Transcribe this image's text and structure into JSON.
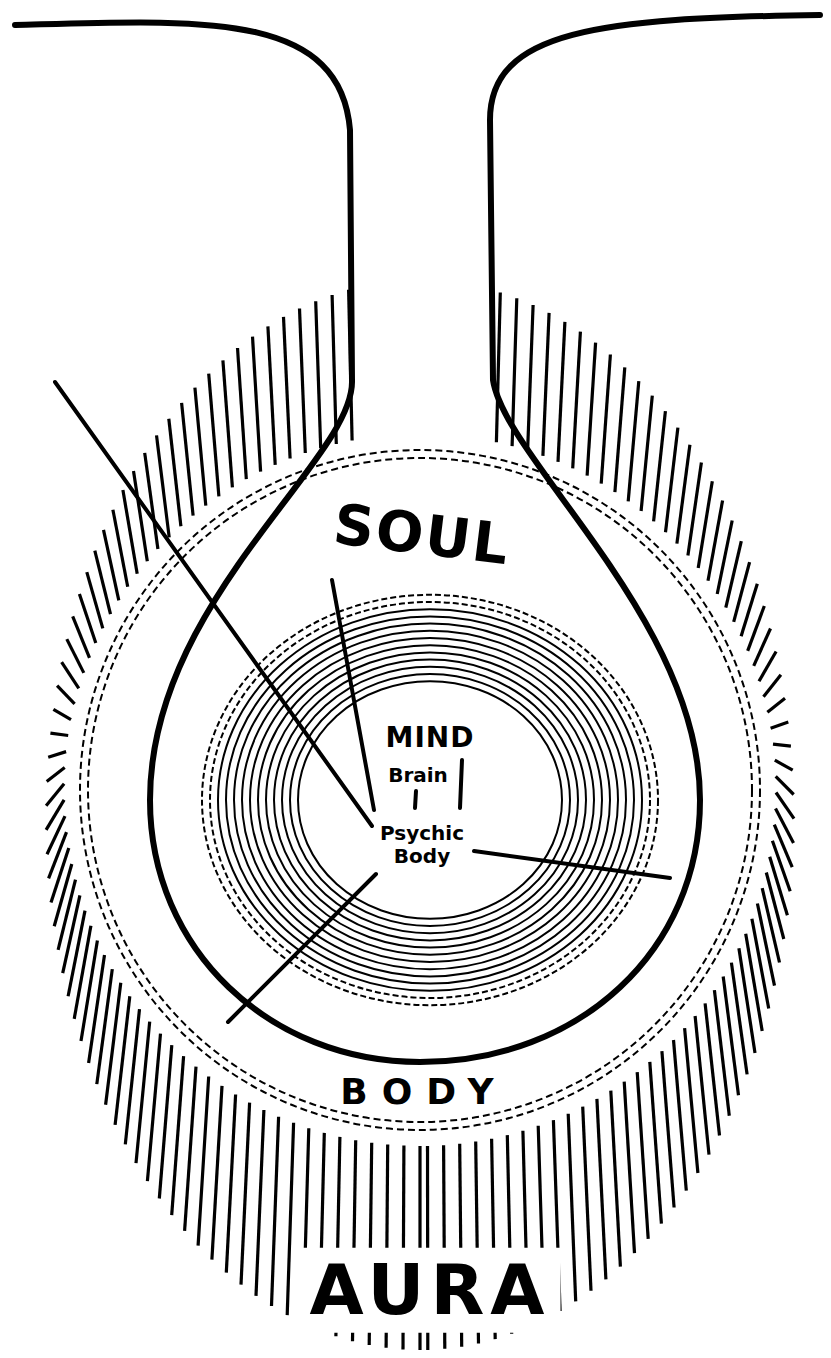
{
  "diagram": {
    "nodes": [
      {
        "text": [
          "AURA"
        ]
      },
      {
        "text": [
          "BODY"
        ],
        "in": 0
      },
      {
        "text": [
          "SOUL"
        ]
      },
      {
        "text": [
          "MIND",
          "Brain",
          "Psychic Body"
        ],
        "in": 2
      }
    ]
  }
}
